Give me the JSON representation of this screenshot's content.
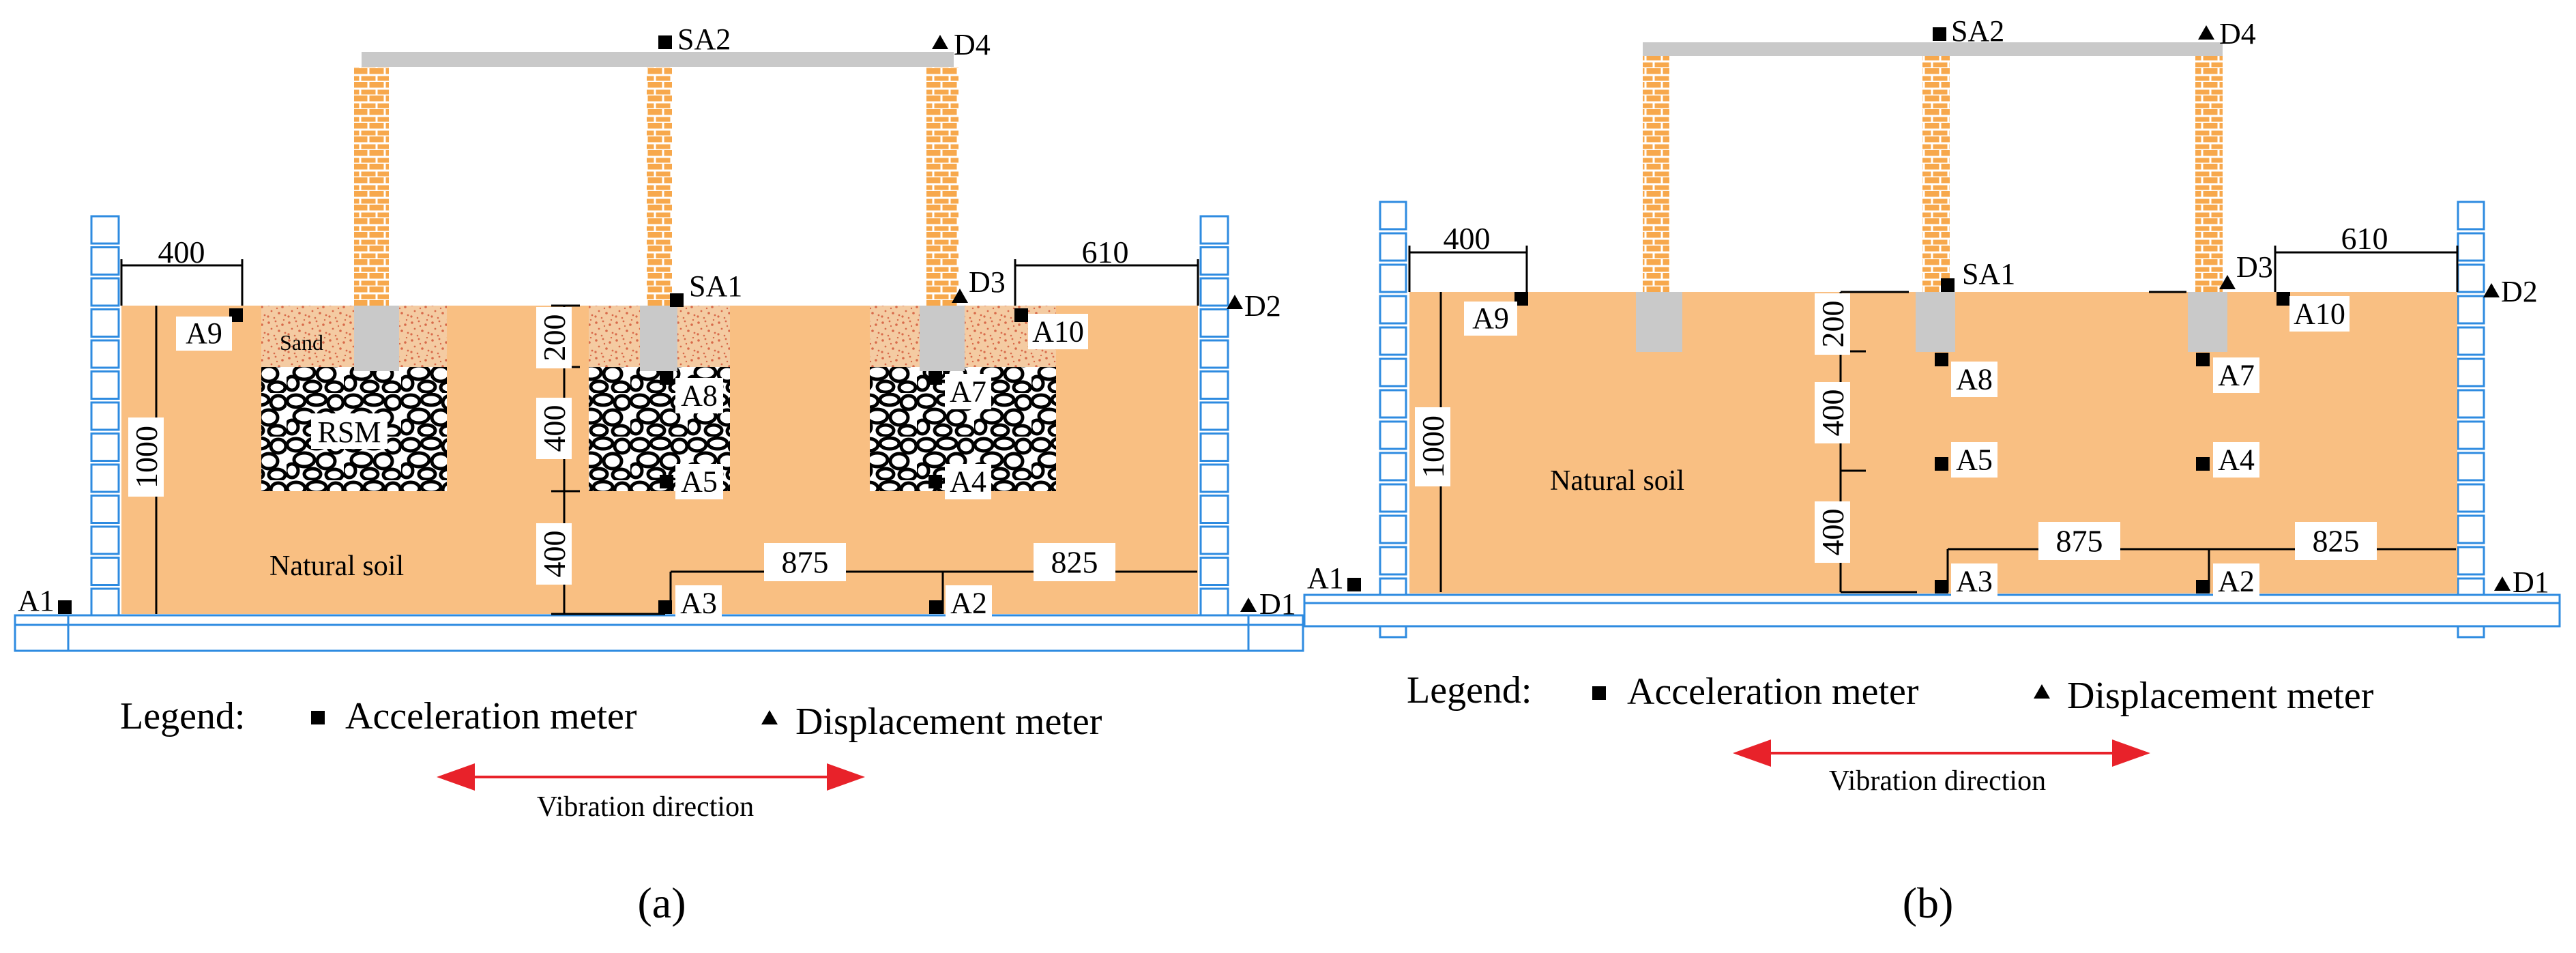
{
  "colors": {
    "soil": "#f9bf82",
    "sand": "#f4cba2",
    "sand_dots": "#d86a4a",
    "brick": "#f7a84c",
    "brick_mortar": "#ffffff",
    "cap": "#c9c9c9",
    "beam": "#c9c9c9",
    "frame": "#2e8be0",
    "arrow": "#e8222a",
    "ink": "#000000"
  },
  "icons": {
    "acceleration_meter": "filled-square-icon",
    "displacement_meter": "filled-triangle-icon"
  },
  "panel_a": {
    "caption": "(a)",
    "materials": {
      "sand": "Sand",
      "rsm": "RSM",
      "natural_soil": "Natural soil"
    },
    "dimensions": {
      "d400_top": "400",
      "d610_top": "610",
      "d1000": "1000",
      "d200": "200",
      "d400_mid": "400",
      "d400_low": "400",
      "d875": "875",
      "d825": "825"
    },
    "sensors": {
      "SA2": "SA2",
      "D4": "D4",
      "SA1": "SA1",
      "D3": "D3",
      "D2": "D2",
      "A10": "A10",
      "A9": "A9",
      "A8": "A8",
      "A7": "A7",
      "A5": "A5",
      "A4": "A4",
      "A3": "A3",
      "A2": "A2",
      "A1": "A1",
      "D1": "D1"
    },
    "legend": {
      "title": "Legend:",
      "acceleration": "Acceleration meter",
      "displacement": "Displacement meter"
    },
    "vibration_label": "Vibration direction"
  },
  "panel_b": {
    "caption": "(b)",
    "materials": {
      "natural_soil": "Natural soil"
    },
    "dimensions": {
      "d400_top": "400",
      "d610_top": "610",
      "d1000": "1000",
      "d200": "200",
      "d400_mid": "400",
      "d400_low": "400",
      "d875": "875",
      "d825": "825"
    },
    "sensors": {
      "SA2": "SA2",
      "D4": "D4",
      "SA1": "SA1",
      "D3": "D3",
      "D2": "D2",
      "A10": "A10",
      "A9": "A9",
      "A8": "A8",
      "A7": "A7",
      "A5": "A5",
      "A4": "A4",
      "A3": "A3",
      "A2": "A2",
      "A1": "A1",
      "D1": "D1"
    },
    "legend": {
      "title": "Legend:",
      "acceleration": "Acceleration meter",
      "displacement": "Displacement meter"
    },
    "vibration_label": "Vibration direction"
  }
}
